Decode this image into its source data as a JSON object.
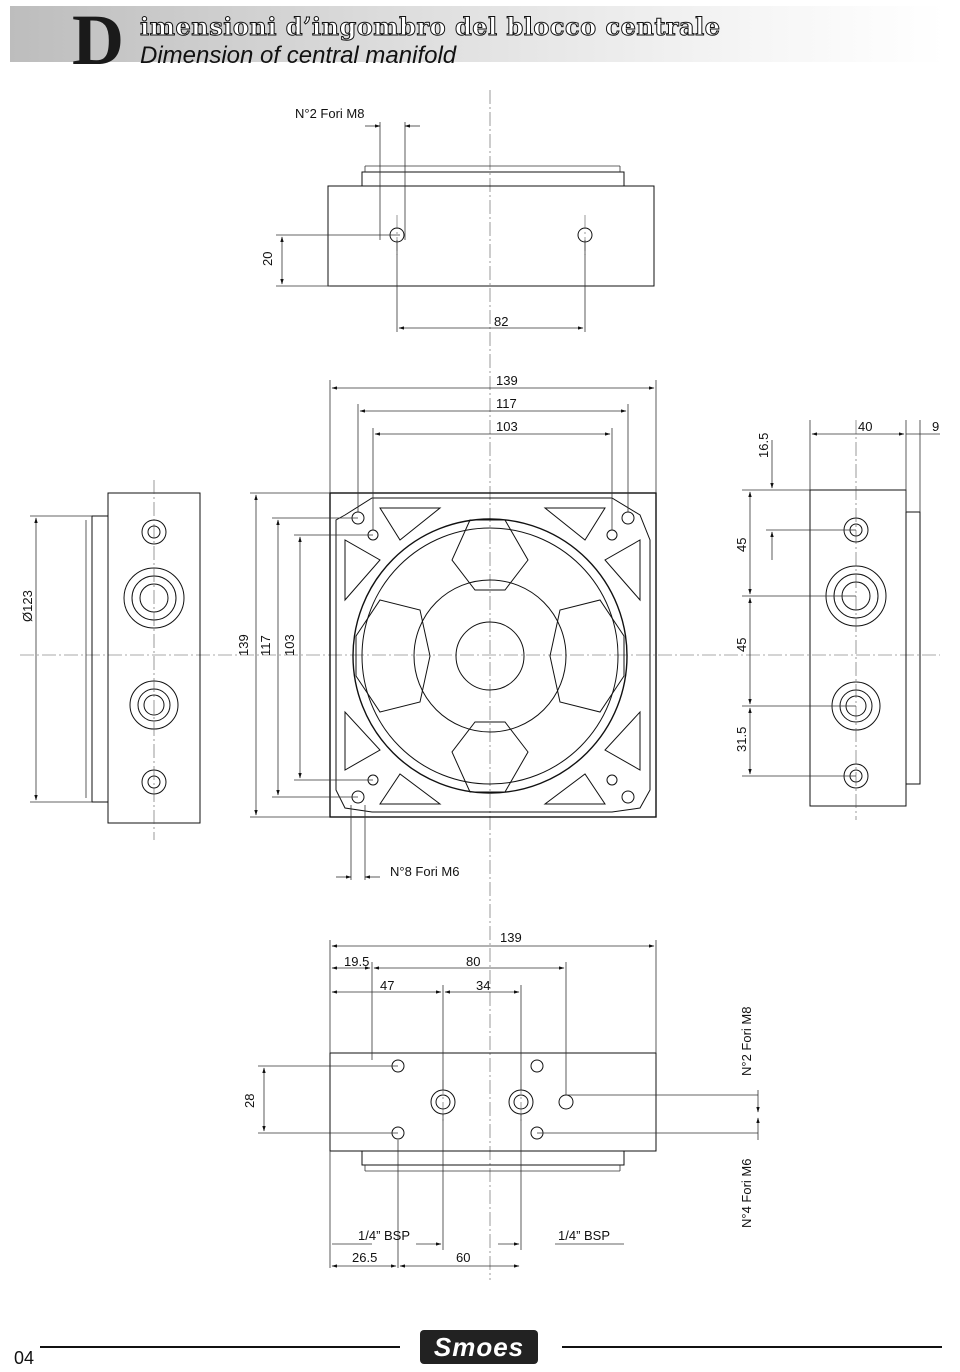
{
  "header": {
    "letter": "D",
    "title_it": "imensioni d’ingombro del blocco centrale",
    "title_en": "Dimension of central manifold"
  },
  "callouts": {
    "holes_m8_top": "N°2 Fori M8",
    "holes_m6_front": "N°8 Fori M6",
    "holes_m8_side": "N°2 Fori M8",
    "holes_m6_side": "N°4 Fori M6",
    "bsp_left": "1/4” BSP",
    "bsp_right": "1/4” BSP"
  },
  "dims": {
    "top_height": "20",
    "top_spacing": "82",
    "front_w139": "139",
    "front_w117": "117",
    "front_w103": "103",
    "front_h139": "139",
    "front_h117": "117",
    "front_h103": "103",
    "left_dia": "Ø123",
    "right_16_5": "16.5",
    "right_40": "40",
    "right_9": "9",
    "right_45a": "45",
    "right_45b": "45",
    "right_31_5": "31.5",
    "bottom_139": "139",
    "bottom_19_5": "19.5",
    "bottom_80": "80",
    "bottom_47": "47",
    "bottom_34": "34",
    "bottom_28": "28",
    "bottom_26_5": "26.5",
    "bottom_60": "60"
  },
  "footer": {
    "page_number": "04",
    "logo_text": "Smoes"
  }
}
